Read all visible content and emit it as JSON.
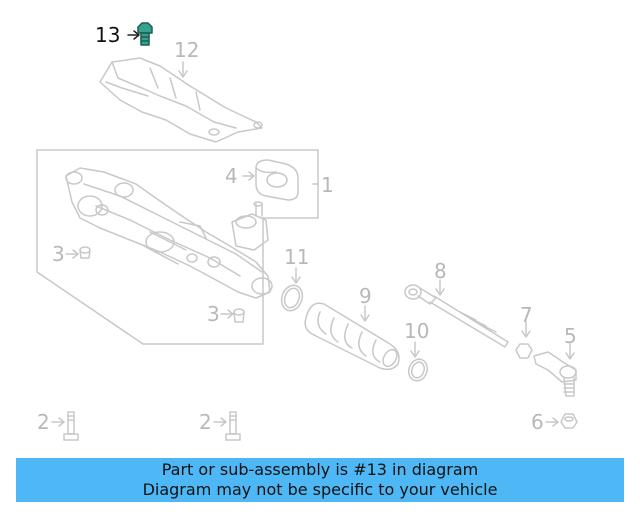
{
  "callouts": {
    "c13": "13",
    "c12": "12",
    "c4": "4",
    "c1": "1",
    "c3a": "3",
    "c11": "11",
    "c8": "8",
    "c9": "9",
    "c3b": "3",
    "c10": "10",
    "c7": "7",
    "c5": "5",
    "c2a": "2",
    "c2b": "2",
    "c6": "6"
  },
  "banner": {
    "line1": "Part or sub-assembly is #13 in diagram",
    "line2": "Diagram may not be specific to your vehicle"
  },
  "colors": {
    "banner_bg": "#4db8f5",
    "highlight_part": "#2a8a7a",
    "line_art": "#c8c8c8"
  },
  "icons": [
    "bolt-icon",
    "heat-shield-icon",
    "steering-gear-icon",
    "bushing-icon",
    "boot-icon",
    "tie-rod-icon",
    "tie-rod-end-icon",
    "clamp-icon",
    "nut-icon"
  ]
}
